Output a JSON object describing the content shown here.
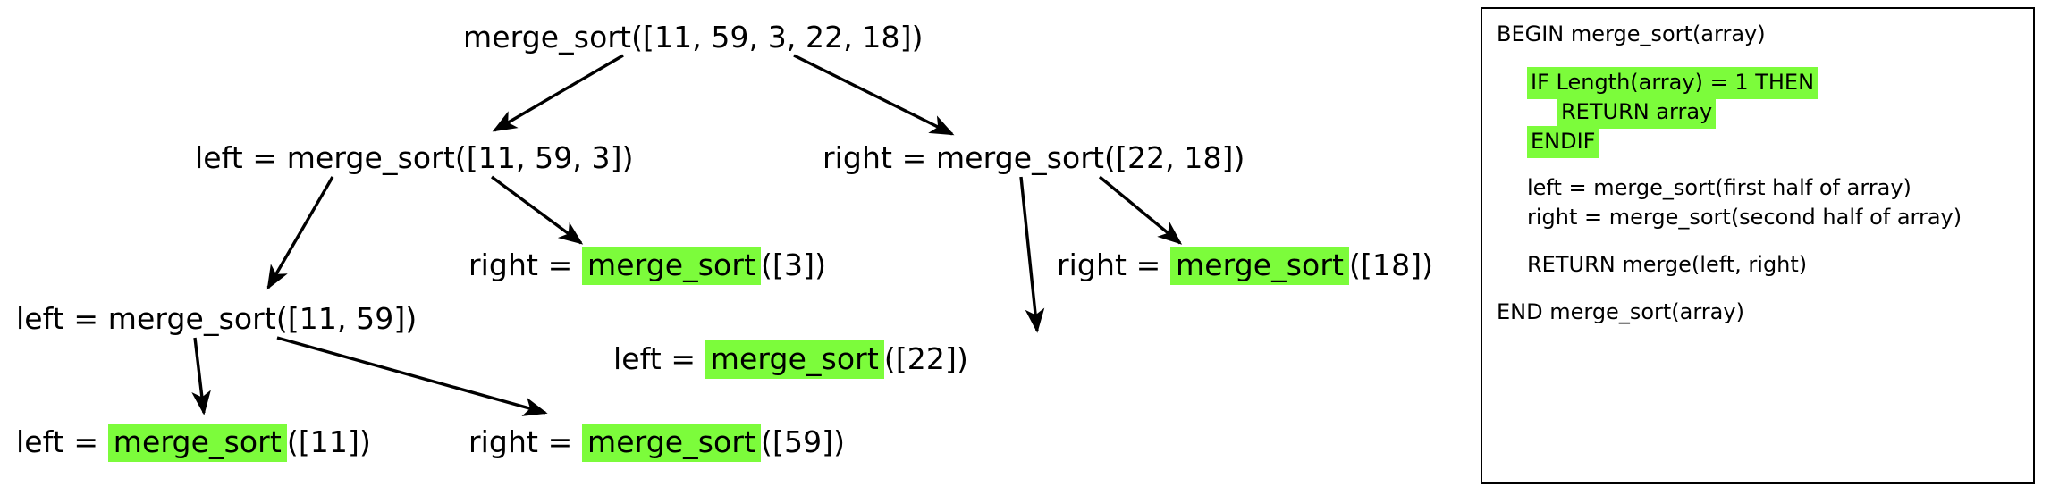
{
  "colors": {
    "highlight": "#7CFC3B",
    "ink": "#000000",
    "background": "#ffffff",
    "border": "#000000"
  },
  "tree": {
    "title": "merge_sort recursion tree",
    "nodes": [
      {
        "id": "root",
        "label_prefix": "",
        "call": "merge_sort",
        "args": "([11, 59, 3, 22, 18])",
        "full_text": "merge_sort([11, 59, 3, 22, 18])",
        "highlighted": false
      },
      {
        "id": "l1-left",
        "label_prefix": "left = ",
        "call": "merge_sort",
        "args": "([11, 59, 3])",
        "full_text": "left = merge_sort([11, 59, 3])",
        "highlighted": false
      },
      {
        "id": "l1-right",
        "label_prefix": "right = ",
        "call": "merge_sort",
        "args": "([22, 18])",
        "full_text": "right = merge_sort([22, 18])",
        "highlighted": false
      },
      {
        "id": "l2-left",
        "label_prefix": "left = ",
        "call": "merge_sort",
        "args": "([11, 59])",
        "full_text": "left = merge_sort([11, 59])",
        "highlighted": false
      },
      {
        "id": "l2-right",
        "label_prefix": "right = ",
        "call": "merge_sort",
        "args": "([3])",
        "full_text": "right = merge_sort([3])",
        "highlighted": true
      },
      {
        "id": "l2-right-left",
        "label_prefix": "left = ",
        "call": "merge_sort",
        "args": "([22])",
        "full_text": "left = merge_sort([22])",
        "highlighted": true
      },
      {
        "id": "l2-right-right",
        "label_prefix": "right = ",
        "call": "merge_sort",
        "args": "([18])",
        "full_text": "right = merge_sort([18])",
        "highlighted": true
      },
      {
        "id": "l3-left",
        "label_prefix": "left = ",
        "call": "merge_sort",
        "args": "([11])",
        "full_text": "left = merge_sort([11])",
        "highlighted": true
      },
      {
        "id": "l3-right",
        "label_prefix": "right = ",
        "call": "merge_sort",
        "args": "([59])",
        "full_text": "right = merge_sort([59])",
        "highlighted": true
      }
    ],
    "equals_sign": "=",
    "arrow_count": 8
  },
  "pseudocode": {
    "lines": [
      {
        "text": "BEGIN merge_sort(array)",
        "indent": 0,
        "highlighted": false
      },
      {
        "text": "",
        "indent": 0,
        "highlighted": false
      },
      {
        "text": "IF Length(array) = 1 THEN",
        "indent": 1,
        "highlighted": true
      },
      {
        "text": "RETURN array",
        "indent": 2,
        "highlighted": true
      },
      {
        "text": "ENDIF",
        "indent": 1,
        "highlighted": true
      },
      {
        "text": "",
        "indent": 0,
        "highlighted": false
      },
      {
        "text": "left = merge_sort(first half of array)",
        "indent": 1,
        "highlighted": false
      },
      {
        "text": "right = merge_sort(second half of array)",
        "indent": 1,
        "highlighted": false
      },
      {
        "text": "",
        "indent": 0,
        "highlighted": false
      },
      {
        "text": "RETURN merge(left, right)",
        "indent": 1,
        "highlighted": false
      },
      {
        "text": "",
        "indent": 0,
        "highlighted": false
      },
      {
        "text": "END merge_sort(array)",
        "indent": 0,
        "highlighted": false
      }
    ]
  }
}
